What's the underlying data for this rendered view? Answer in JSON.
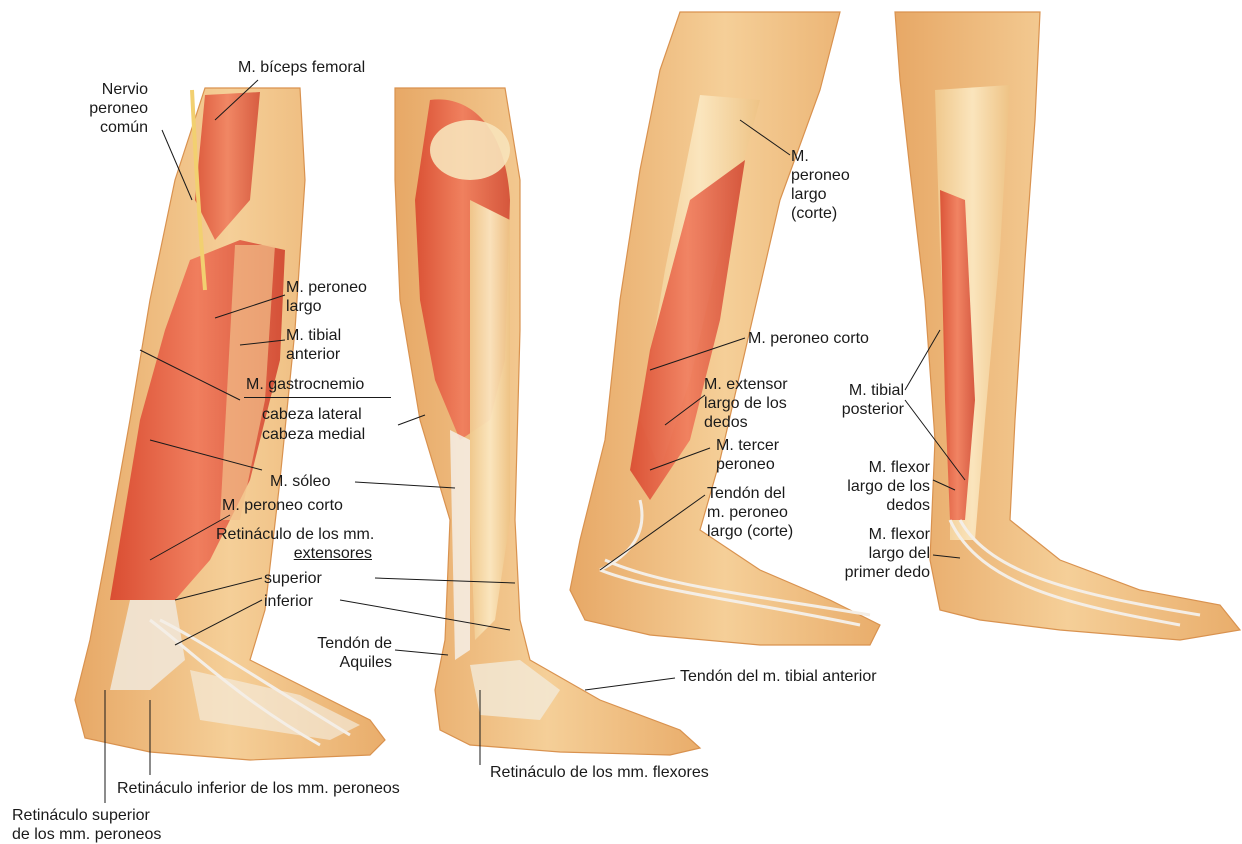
{
  "labels": {
    "biceps_femoral": "M. bíceps femoral",
    "nervio_peroneo": [
      "Nervio",
      "peroneo",
      "común"
    ],
    "peroneo_largo": [
      "M. peroneo",
      "largo"
    ],
    "tibial_anterior": [
      "M. tibial",
      "anterior"
    ],
    "gastrocnemio": "M. gastrocnemio",
    "cabeza_lateral": "cabeza lateral",
    "cabeza_medial": "cabeza medial",
    "soleo": "M. sóleo",
    "peroneo_corto_left": "M. peroneo corto",
    "retinaculo_extensores": [
      "Retináculo de los mm.",
      "extensores"
    ],
    "superior": "superior",
    "inferior": "inferior",
    "tendon_aquiles": [
      "Tendón de",
      "Aquiles"
    ],
    "tendon_tibial_anterior": "Tendón del m. tibial anterior",
    "retinaculo_flexores": "Retináculo de los mm. flexores",
    "retinaculo_inferior_peroneos": "Retináculo inferior de los mm. peroneos",
    "retinaculo_superior_peroneos": [
      "Retináculo superior",
      "de los mm. peroneos"
    ],
    "peroneo_largo_corte": [
      "M.",
      "peroneo",
      "largo",
      "(corte)"
    ],
    "peroneo_corto_right": "M. peroneo corto",
    "extensor_largo_dedos": [
      "M. extensor",
      "largo de los",
      "dedos"
    ],
    "tercer_peroneo": [
      "M. tercer",
      "peroneo"
    ],
    "tendon_peroneo_largo": [
      "Tendón del",
      "m. peroneo",
      "largo (corte)"
    ],
    "tibial_posterior": [
      "M. tibial",
      "posterior"
    ],
    "flexor_largo_dedos": [
      "M. flexor",
      "largo de los",
      "dedos"
    ],
    "flexor_largo_primer": [
      "M. flexor",
      "largo del",
      "primer dedo"
    ]
  },
  "colors": {
    "skin": "#f2c48a",
    "skin_dark": "#e3a25f",
    "muscle": "#e9664a",
    "muscle_dark": "#c9402b",
    "tendon": "#f4eee6",
    "bone": "#f6dcab",
    "leader": "#1a1a1a",
    "nerve": "#f2d070"
  }
}
